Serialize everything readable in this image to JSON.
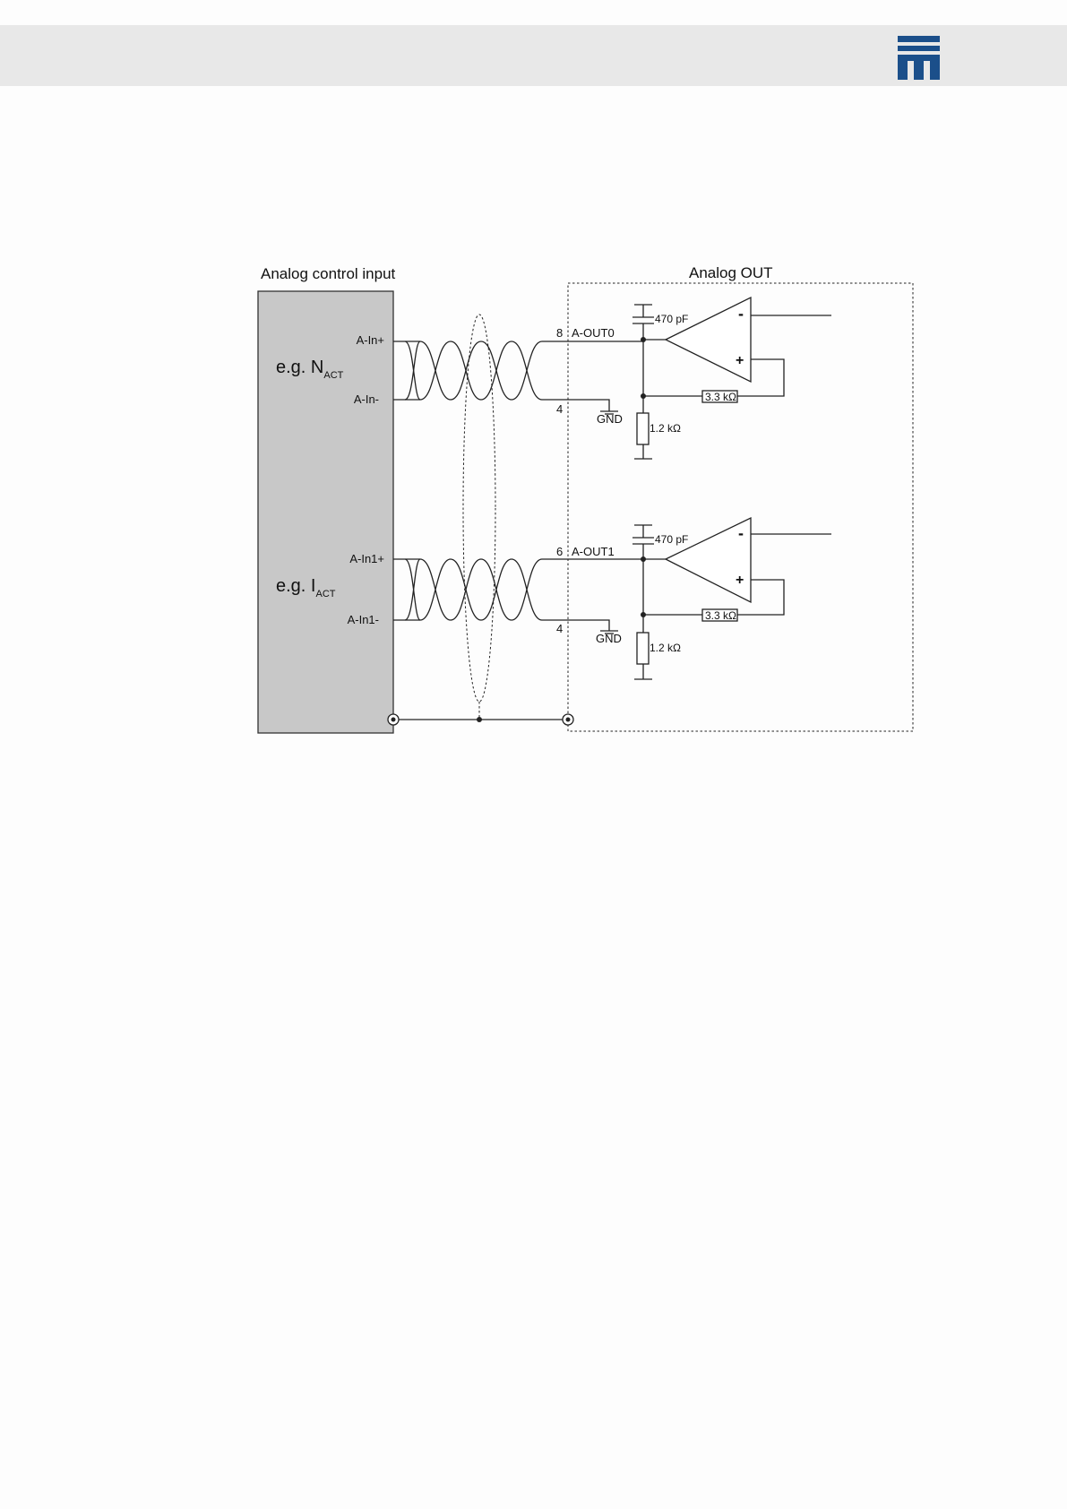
{
  "header": {
    "band_color": "#e8e8e8",
    "logo": {
      "icon": "company-logo-icon",
      "color": "#1b4f8a"
    }
  },
  "diagram": {
    "left_title": "Analog control input",
    "right_title": "Analog OUT",
    "channel0": {
      "source_label": "e.g. N",
      "source_sub": "ACT",
      "input_plus": "A-In+",
      "input_minus": "A-In-",
      "pin_signal": "8",
      "signal_name": "A-OUT0",
      "pin_gnd": "4",
      "gnd_label": "GND",
      "capacitor": "470 pF",
      "resistor_feedback": "3.3 kΩ",
      "resistor_ground": "1.2 kΩ",
      "opamp_minus": "-",
      "opamp_plus": "+"
    },
    "channel1": {
      "source_label": "e.g. I",
      "source_sub": "ACT",
      "input_plus": "A-In1+",
      "input_minus": "A-In1-",
      "pin_signal": "6",
      "signal_name": "A-OUT1",
      "pin_gnd": "4",
      "gnd_label": "GND",
      "capacitor": "470 pF",
      "resistor_feedback": "3.3 kΩ",
      "resistor_ground": "1.2 kΩ",
      "opamp_minus": "-",
      "opamp_plus": "+"
    },
    "colors": {
      "source_box": "#c8c8c8",
      "line": "#222222"
    }
  }
}
